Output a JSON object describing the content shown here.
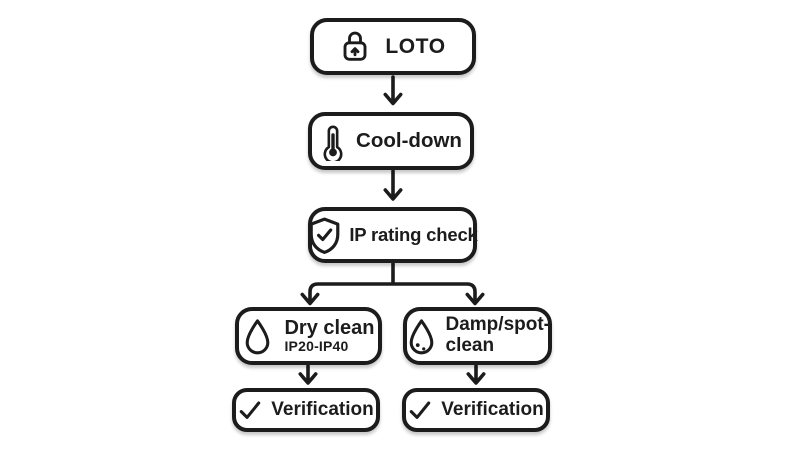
{
  "diagram": {
    "type": "flowchart",
    "background": "#ffffff",
    "stroke_color": "#1c1c1c",
    "node_fill": "#ffffff",
    "nodes": {
      "loto": {
        "label": "LOTO",
        "icon": "lock-icon"
      },
      "cooldown": {
        "label": "Cool-down",
        "icon": "thermometer-icon"
      },
      "ip_check": {
        "label": "IP rating check",
        "icon": "shield-check-icon"
      },
      "dry_clean": {
        "label": "Dry clean",
        "sublabel": "IP20-IP40",
        "icon": "water-drop-icon"
      },
      "damp_clean": {
        "label": "Damp/spot-clean",
        "icon": "water-drop-dots-icon"
      },
      "verification_dry": {
        "label": "Verification",
        "icon": "checkmark-icon"
      },
      "verification_damp": {
        "label": "Verification",
        "icon": "checkmark-icon"
      }
    },
    "edges": [
      {
        "from": "loto",
        "to": "cooldown"
      },
      {
        "from": "cooldown",
        "to": "ip_check"
      },
      {
        "from": "ip_check",
        "to": "dry_clean"
      },
      {
        "from": "ip_check",
        "to": "damp_clean"
      },
      {
        "from": "dry_clean",
        "to": "verification_dry"
      },
      {
        "from": "damp_clean",
        "to": "verification_damp"
      }
    ]
  }
}
